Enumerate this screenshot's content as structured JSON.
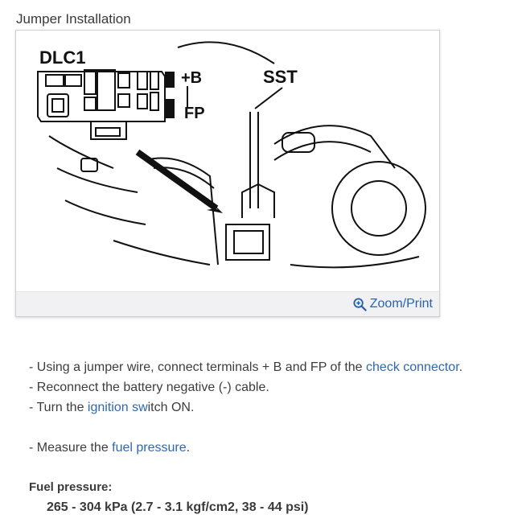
{
  "figure": {
    "title": "Jumper Installation",
    "labels": {
      "dlc": "DLC1",
      "plus_b": "+B",
      "fp": "FP",
      "sst": "SST"
    },
    "zoom_label": "Zoom/Print"
  },
  "steps": [
    {
      "pre": "- Using a jumper wire, connect terminals + B and FP of the ",
      "link": "check connector",
      "post": "."
    },
    {
      "pre": "- Reconnect the battery negative (-) cable.",
      "link": "",
      "post": ""
    },
    {
      "pre": "- Turn the ",
      "link": "ignition sw",
      "post": "itch ON."
    },
    {
      "pre": "- Measure the ",
      "link": "fuel pressure",
      "post": "."
    }
  ],
  "spec": {
    "label": "Fuel pressure:",
    "value": "265 - 304 kPa (2.7 - 3.1 kgf/cm2, 38 - 44 psi)"
  },
  "colors": {
    "link": "#2f67b0",
    "zoom_bar": "#f1f1f4"
  },
  "icons": {
    "zoom": "magnifier-plus-icon"
  }
}
